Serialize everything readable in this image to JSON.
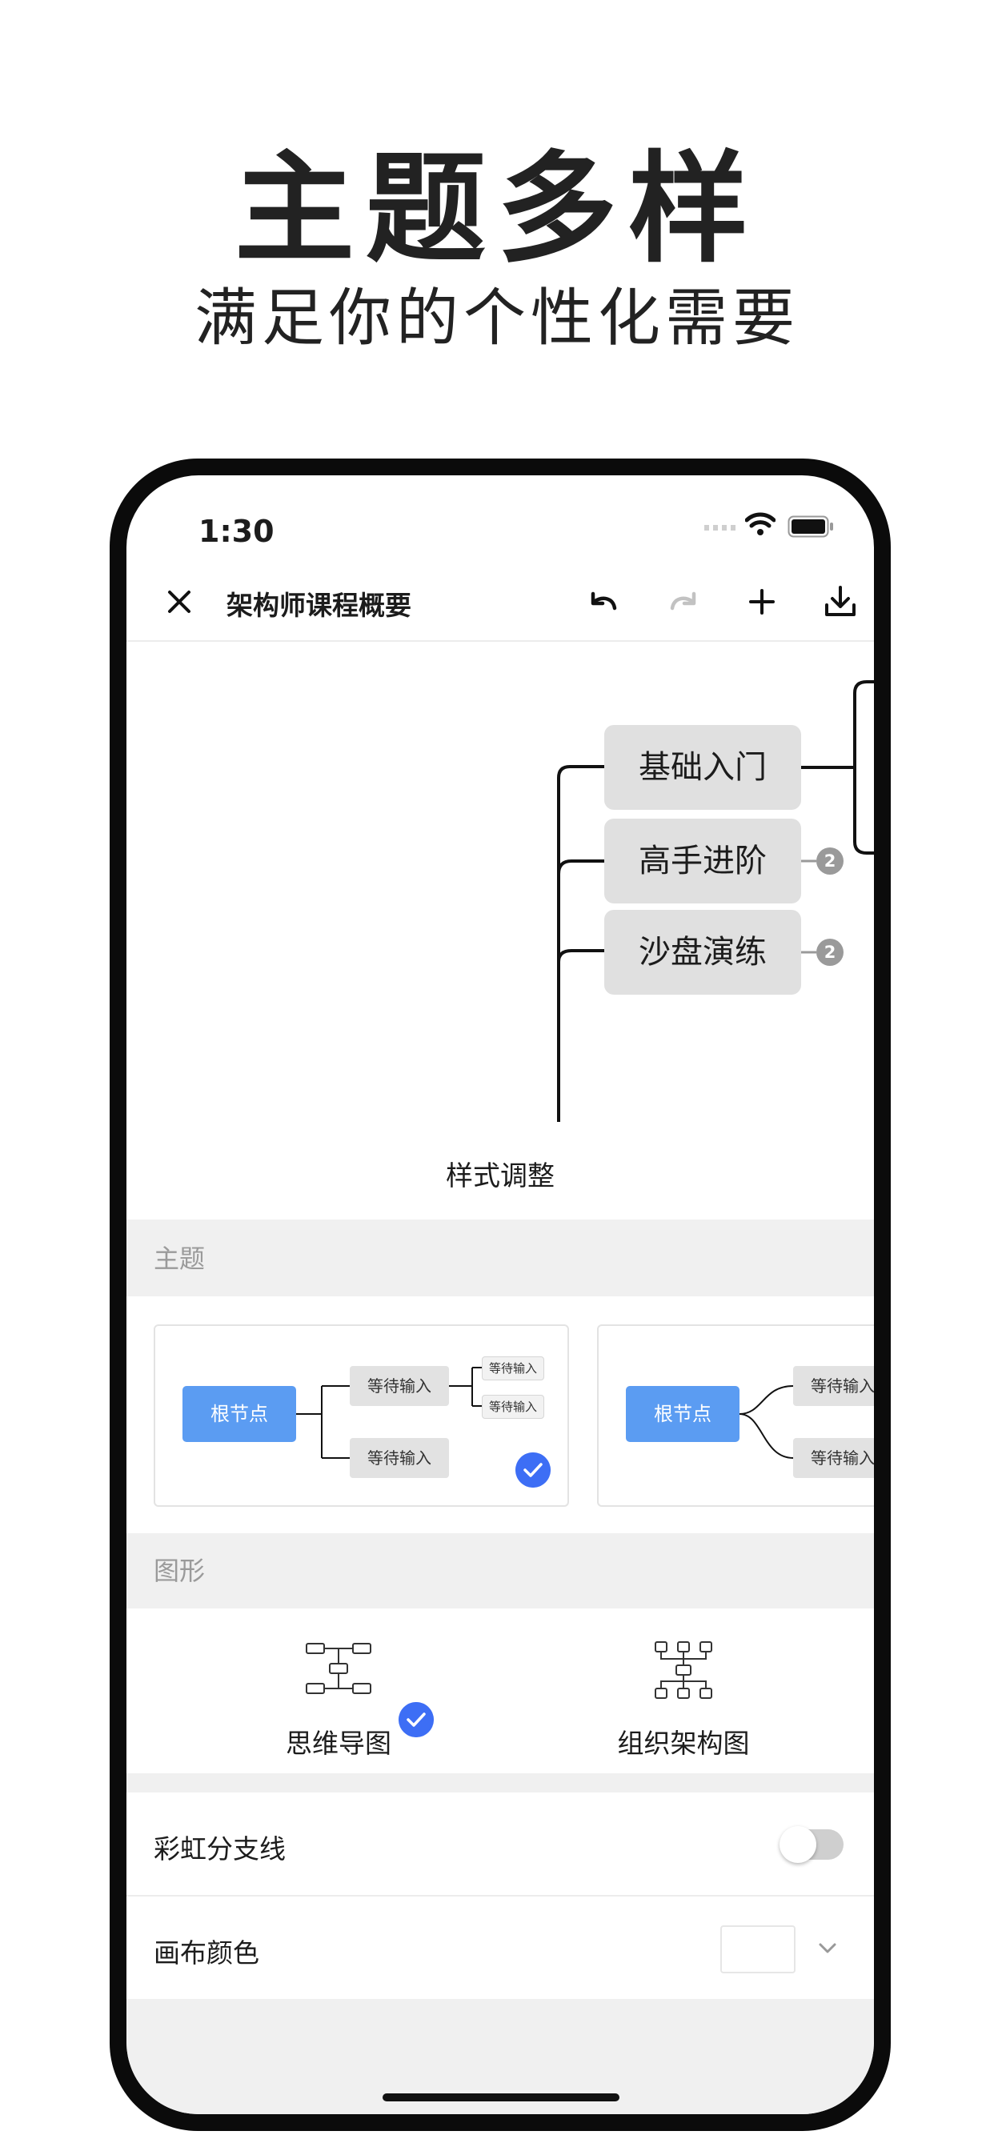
{
  "headline": {
    "title": "主题多样",
    "subtitle": "满足你的个性化需要"
  },
  "status_bar": {
    "time": "1:30"
  },
  "nav": {
    "title": "架构师课程概要",
    "icons": [
      "close-icon",
      "undo-icon",
      "redo-icon",
      "add-icon",
      "download-icon"
    ]
  },
  "canvas": {
    "nodes": [
      {
        "label": "基础入门",
        "children_count": null
      },
      {
        "label": "高手进阶",
        "children_count": "2"
      },
      {
        "label": "沙盘演练",
        "children_count": "2"
      }
    ]
  },
  "sheet": {
    "title": "样式调整",
    "theme_section": "主题",
    "themes": [
      {
        "root": "根节点",
        "leaves": [
          "等待输入",
          "等待输入"
        ],
        "sub_leaves": [
          "等待输入",
          "等待输入"
        ],
        "selected": true
      },
      {
        "root": "根节点",
        "leaves": [
          "等待输入",
          "等待输入"
        ],
        "selected": false
      }
    ],
    "shape_section": "图形",
    "shapes": [
      {
        "label": "思维导图",
        "icon": "mindmap-icon",
        "selected": true
      },
      {
        "label": "组织架构图",
        "icon": "orgchart-icon",
        "selected": false
      }
    ],
    "rainbow": {
      "label": "彩虹分支线",
      "enabled": false
    },
    "canvas_color": {
      "label": "画布颜色",
      "value": "#ffffff"
    }
  },
  "colors": {
    "accent": "#3d6ef5",
    "root_node": "#5b9cf2",
    "node_bg": "#e0e0e0"
  }
}
